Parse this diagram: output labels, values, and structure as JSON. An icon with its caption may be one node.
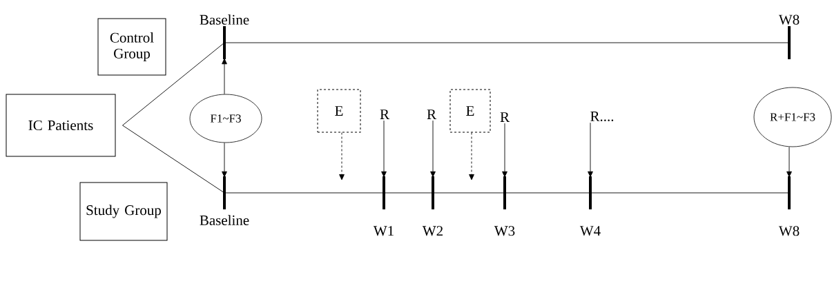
{
  "diagram": {
    "nodes": [
      {
        "text": [
          "Control Group"
        ]
      },
      {
        "text": [
          "IC Patients"
        ]
      },
      {
        "text": [
          "Study Group"
        ]
      },
      {
        "text": [
          "F1~F3"
        ]
      },
      {
        "text": [
          "E"
        ]
      },
      {
        "text": [
          "R"
        ]
      },
      {
        "text": [
          "R"
        ]
      },
      {
        "text": [
          "E"
        ]
      },
      {
        "text": [
          "R"
        ]
      },
      {
        "text": [
          "R...."
        ]
      },
      {
        "text": [
          "R+F1~F3"
        ]
      },
      {
        "text": [
          "Baseline"
        ]
      },
      {
        "text": [
          "W8"
        ]
      },
      {
        "text": [
          "Baseline"
        ]
      },
      {
        "text": [
          "W1"
        ]
      },
      {
        "text": [
          "W2"
        ]
      },
      {
        "text": [
          "W3"
        ]
      },
      {
        "text": [
          "W4"
        ]
      },
      {
        "text": [
          "W8"
        ]
      }
    ],
    "edges": [
      {
        "from": 1,
        "to": 11,
        "arrow": "none"
      },
      {
        "from": 1,
        "to": 13,
        "arrow": "none"
      },
      {
        "from": 11,
        "to": 12,
        "arrow": "none"
      },
      {
        "from": 13,
        "to": 14,
        "arrow": "none"
      },
      {
        "from": 14,
        "to": 15,
        "arrow": "none"
      },
      {
        "from": 15,
        "to": 16,
        "arrow": "none"
      },
      {
        "from": 16,
        "to": 17,
        "arrow": "none"
      },
      {
        "from": 17,
        "to": 18,
        "arrow": "none"
      },
      {
        "from": 3,
        "to": 11,
        "arrow": "to"
      },
      {
        "from": 3,
        "to": 13,
        "arrow": "to"
      },
      {
        "from": 4,
        "to": null,
        "arrow": "to",
        "style": "dashed"
      },
      {
        "from": 5,
        "to": 14,
        "arrow": "to"
      },
      {
        "from": 6,
        "to": 15,
        "arrow": "to"
      },
      {
        "from": 7,
        "to": null,
        "arrow": "to",
        "style": "dashed"
      },
      {
        "from": 8,
        "to": 16,
        "arrow": "to"
      },
      {
        "from": 9,
        "to": 17,
        "arrow": "to"
      },
      {
        "from": 10,
        "to": 18,
        "arrow": "to"
      }
    ]
  }
}
